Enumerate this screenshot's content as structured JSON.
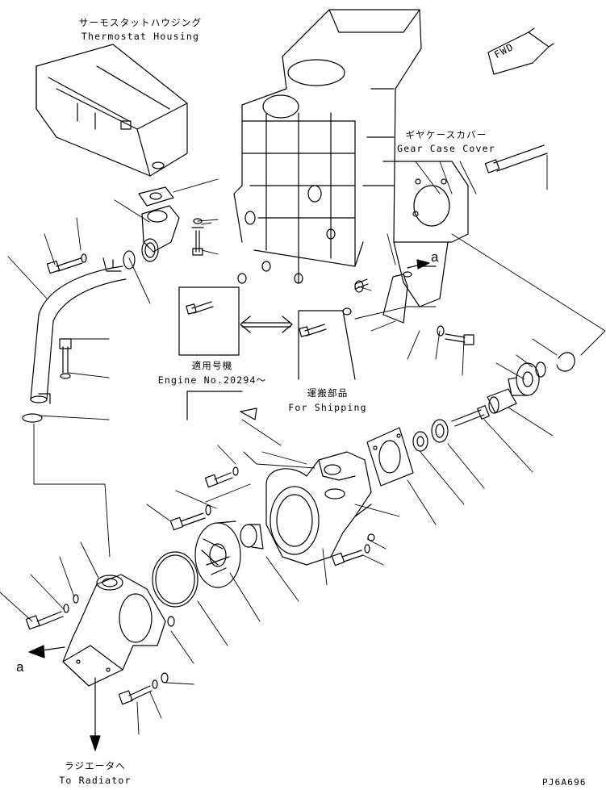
{
  "labels": {
    "thermostat_housing_jp": "サーモスタットハウジング",
    "thermostat_housing_en": "Thermostat Housing",
    "gear_case_cover_jp": "ギヤケースカバー",
    "gear_case_cover_en": "Gear Case Cover",
    "engine_no_jp": "適用号機",
    "engine_no_en": "Engine No.20294～",
    "for_shipping_jp": "運搬部品",
    "for_shipping_en": "For Shipping",
    "to_radiator_jp": "ラジエータへ",
    "to_radiator_en": "To Radiator",
    "fwd": "FWD",
    "ref_a_left": "a",
    "ref_a_right": "a",
    "drawing_code": "PJ6A696"
  },
  "colors": {
    "line": "#000000",
    "background": "#ffffff"
  }
}
